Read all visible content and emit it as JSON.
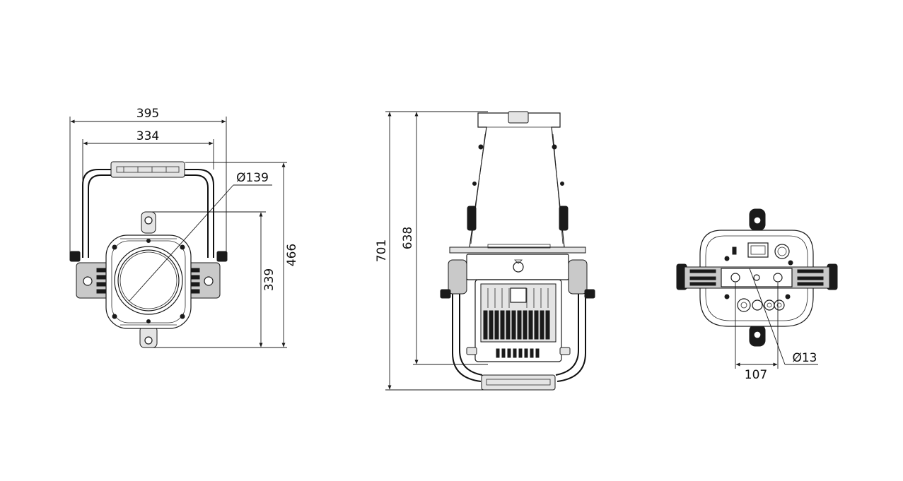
{
  "dimensions": {
    "front_width_overall": "395",
    "front_width_yoke": "334",
    "front_lens_diameter": "Ø139",
    "front_height_body": "339",
    "front_height_overall": "466",
    "side_height_overall": "701",
    "side_height_body": "638",
    "back_connector_diameter": "Ø13",
    "back_connector_spacing": "107"
  },
  "colors": {
    "line": "#1a1a1a",
    "fill_grey": "#c9c9c9",
    "fill_light": "#e4e4e4",
    "background": "#ffffff"
  }
}
